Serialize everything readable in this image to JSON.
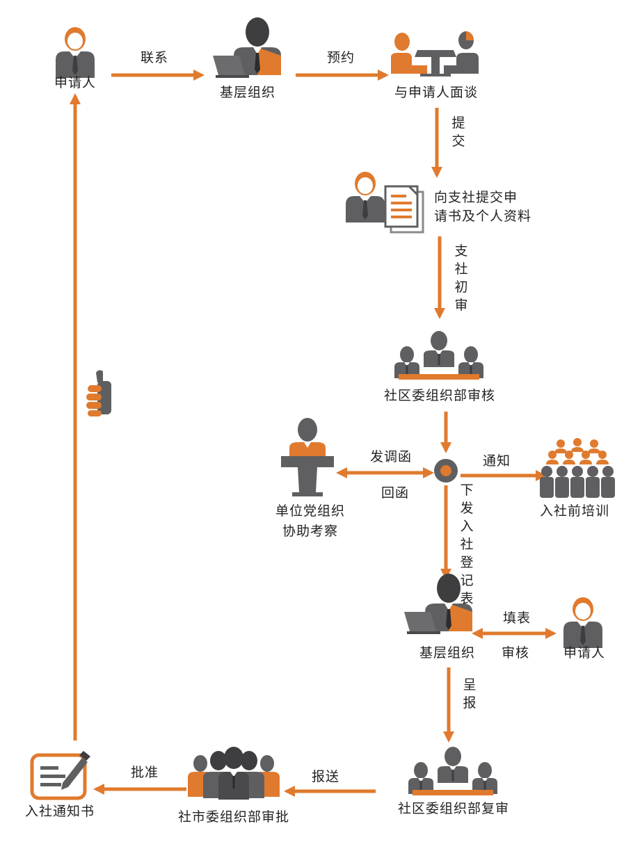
{
  "colors": {
    "accent": "#E07A2E",
    "gray": "#5F5F61",
    "dark": "#3E3E40",
    "light": "#8A8A8C"
  },
  "nodes": {
    "applicant_top": {
      "label": "申请人",
      "icon": "person-icon"
    },
    "grassroots_top": {
      "label": "基层组织",
      "icon": "official-laptop-icon"
    },
    "interview": {
      "label": "与申请人面谈",
      "icon": "interview-table-icon"
    },
    "submit_docs": {
      "label_line1": "向支社提交申",
      "label_line2": "请书及个人资料",
      "icon": "document-stack-icon"
    },
    "community_review": {
      "label": "社区委组织部审核",
      "icon": "meeting-icon"
    },
    "unit_party": {
      "label_line1": "单位党组织",
      "label_line2": "协助考察",
      "icon": "podium-speaker-icon"
    },
    "hub": {
      "icon": "hub-node-icon"
    },
    "training": {
      "label": "入社前培训",
      "icon": "audience-group-icon"
    },
    "grassroots_mid": {
      "label": "基层组织",
      "icon": "official-laptop-icon"
    },
    "applicant_mid": {
      "label": "申请人",
      "icon": "person-icon"
    },
    "community_recheck": {
      "label": "社区委组织部复审",
      "icon": "meeting-icon"
    },
    "city_approval": {
      "label": "社市委组织部审批",
      "icon": "crowd-icon"
    },
    "notice": {
      "label": "入社通知书",
      "icon": "notice-pen-icon"
    },
    "thumbs": {
      "icon": "thumbs-up-icon"
    }
  },
  "edges": {
    "contact": "联系",
    "appointment": "预约",
    "submit": "提交",
    "branch_prelim": "支社初审",
    "send_letter": "发调函",
    "reply_letter": "回函",
    "notify": "通知",
    "issue_form": "下发入社登记表",
    "fill_form": "填表",
    "audit": "审核",
    "present": "呈报",
    "report": "报送",
    "approve": "批准"
  }
}
